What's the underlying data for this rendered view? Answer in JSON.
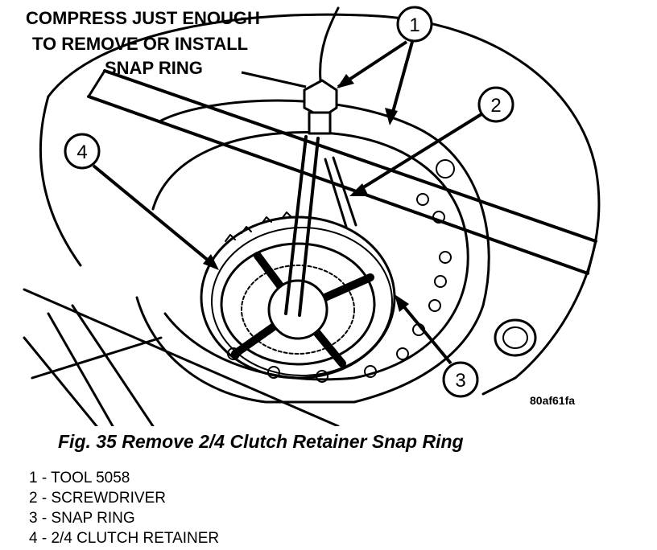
{
  "figure": {
    "instruction_lines": [
      "COMPRESS JUST ENOUGH",
      "TO REMOVE OR INSTALL",
      "SNAP RING"
    ],
    "callouts": [
      "1",
      "2",
      "3",
      "4"
    ],
    "reference_code": "80af61fa",
    "caption": "Fig. 35 Remove 2/4 Clutch Retainer Snap Ring"
  },
  "legend": [
    "1 - TOOL 5058",
    "2 - SCREWDRIVER",
    "3 - SNAP RING",
    "4 - 2/4 CLUTCH RETAINER"
  ]
}
